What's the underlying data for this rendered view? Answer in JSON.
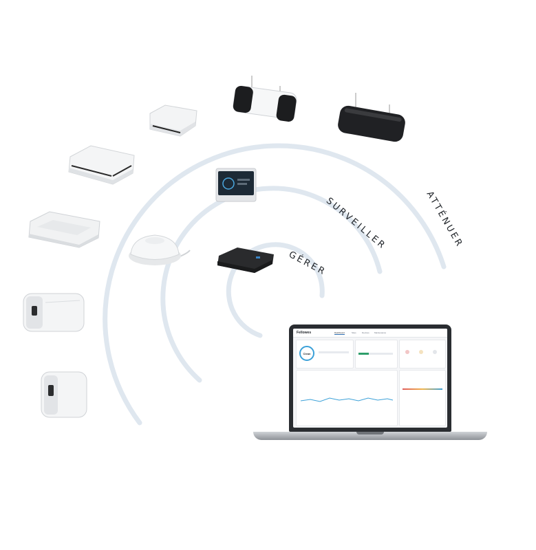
{
  "labels": {
    "gerer": "GÉRER",
    "surveiller": "SURVEILLER",
    "attenuer": "ATTÉNUER"
  },
  "colors": {
    "arc": "#dfe7ef",
    "accent": "#3aa0d8"
  },
  "devices": [
    {
      "name": "ceiling-purifier-small-icon"
    },
    {
      "name": "wall-purifier-white-icon"
    },
    {
      "name": "wall-purifier-black-icon"
    },
    {
      "name": "ceiling-cassette-large-icon"
    },
    {
      "name": "control-display-icon"
    },
    {
      "name": "ceiling-panel-icon"
    },
    {
      "name": "air-quality-sensor-icon"
    },
    {
      "name": "gateway-hub-icon"
    },
    {
      "name": "floor-purifier-large-icon"
    },
    {
      "name": "floor-purifier-small-icon"
    }
  ],
  "dashboard": {
    "logo": "Fellowes",
    "tabs": [
      "Dashboard",
      "Sites",
      "Devices",
      "Maintenance"
    ],
    "status": "Clean"
  }
}
